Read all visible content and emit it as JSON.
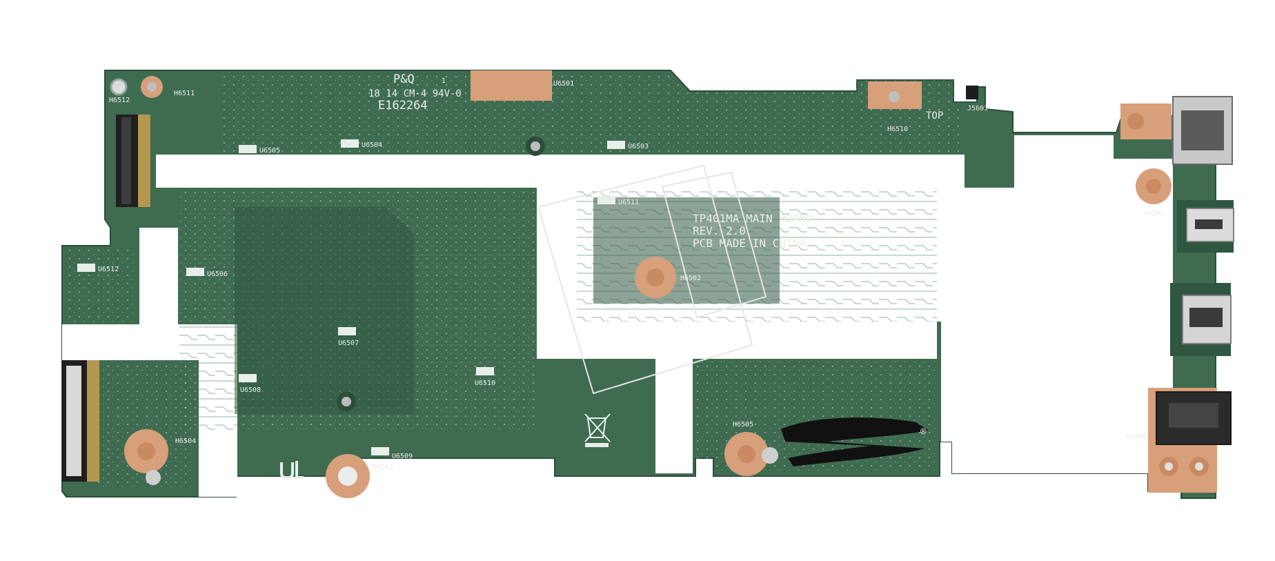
{
  "board": {
    "header_marks": [
      "P&Q",
      "1",
      "18 14 CM-4 94V-0",
      "E162264"
    ],
    "main_board_lines": [
      "TP401MA MAIN BOARD",
      "REV. 2.0",
      "PCB MADE IN CHINA"
    ],
    "side_label": "TOP",
    "reference_labels": {
      "H6512": "H6512",
      "H6511": "H6511",
      "U6501": "U6501",
      "U6505": "U6505",
      "U6504": "U6504",
      "U6503": "U6503",
      "H6510": "H6510",
      "J5601": "J5601",
      "H6501": "H6501",
      "U6511": "U6511",
      "U6512": "U6512",
      "U6506": "U6506",
      "H6502": "H6502",
      "U6507": "U6507",
      "U6510": "U6510",
      "U6508": "U6508",
      "H6504": "H6504",
      "U6509": "U6509",
      "H6503": "H6503",
      "H6505": "H6505",
      "H6509": "H6509"
    },
    "registered_mark": "®"
  },
  "colors": {
    "background": "#ffffff",
    "pcb": "#3f6b51",
    "pcb_dark": "#2e5640",
    "trace": "#4d7a5e",
    "copper": "#d7a07a",
    "copper_ring": "#c98a62",
    "silk": "#e8efe9",
    "metal": "#c8c8c8",
    "connector_dark": "#2a2a2a"
  }
}
